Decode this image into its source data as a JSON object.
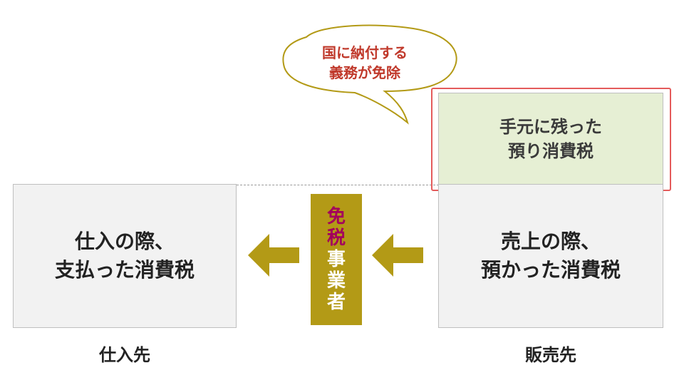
{
  "colors": {
    "accent_gold": "#b39a16",
    "highlight_red": "#e45b5b",
    "kept_tax_green": "#e6efd4",
    "bubble_text_red": "#c0392b",
    "exempt_text_magenta": "#a3005c"
  },
  "bubble": {
    "line1": "国に納付する",
    "line2": "義務が免除"
  },
  "kept_tax": {
    "line1": "手元に残った",
    "line2": "預り消費税"
  },
  "purchase": {
    "line1": "仕入の際、",
    "line2": "支払った消費税",
    "label": "仕入先"
  },
  "sales": {
    "line1": "売上の際、",
    "line2": "預かった消費税",
    "label": "販売先"
  },
  "exempt": {
    "chars": [
      "免",
      "税",
      "事",
      "業",
      "者"
    ]
  }
}
